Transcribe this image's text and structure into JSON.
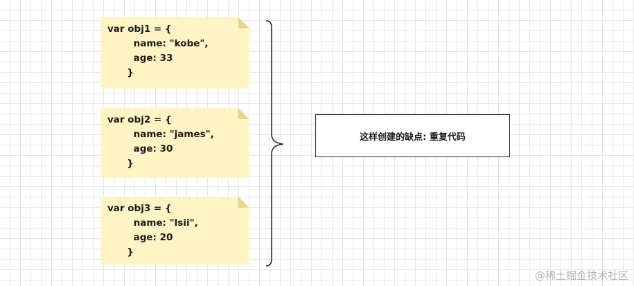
{
  "notes": [
    {
      "lines": [
        "var obj1 = {",
        "        name: \"kobe\",",
        "        age: 33",
        "      }"
      ]
    },
    {
      "lines": [
        "var obj2 = {",
        "        name: \"james\",",
        "        age: 30",
        "      }"
      ]
    },
    {
      "lines": [
        "var obj3 = {",
        "        name: \"lsii\",",
        "        age: 20",
        "      }"
      ]
    }
  ],
  "callout": {
    "text": "这样创建的缺点: 重复代码"
  },
  "watermark": {
    "text": "@稀土掘金技术社区"
  },
  "colors": {
    "note_fill": "#fff4c3",
    "note_fold": "#e6d68a",
    "grid": "#e6e6e6",
    "line": "#222222"
  }
}
